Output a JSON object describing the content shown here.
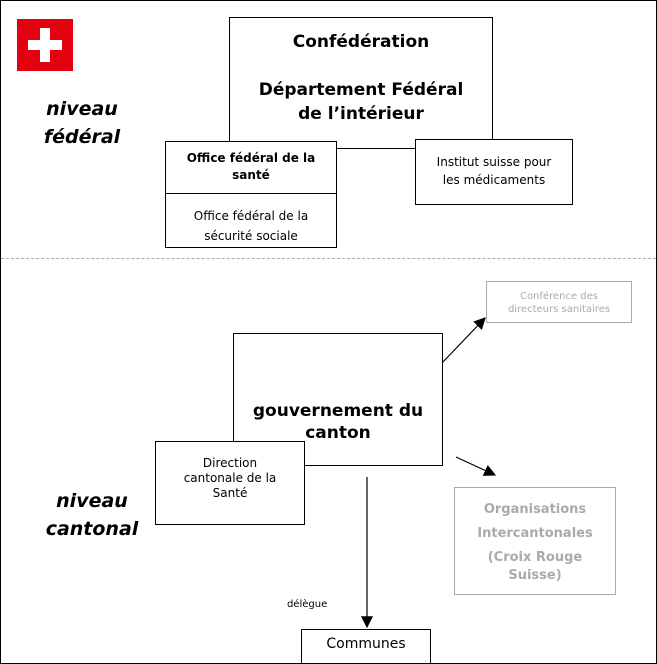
{
  "flag": {
    "icon": "swiss-flag-icon",
    "color": "#e3000f"
  },
  "federal": {
    "level_label_line1": "niveau",
    "level_label_line2": "fédéral",
    "confederation": "Confédération",
    "department_line1": "Département Fédéral",
    "department_line2": "de l’intérieur",
    "health_office": "Office fédéral de la santé",
    "social_office_line1": "Office fédéral de la",
    "social_office_line2": "sécurité sociale",
    "medicines_institute_line1": "Institut suisse pour",
    "medicines_institute_line2": "les médicaments"
  },
  "cantonal": {
    "level_label_line1": "niveau",
    "level_label_line2": "cantonal",
    "conference_line1": "Conférence des",
    "conference_line2": "directeurs sanitaires",
    "government_line1": "gouvernement du",
    "government_line2": "canton",
    "health_direction_line1": "Direction",
    "health_direction_line2": "cantonale de la",
    "health_direction_line3": "Santé",
    "orgs_line1": "Organisations",
    "orgs_line2": "Intercantonales",
    "orgs_line3": "(Croix Rouge",
    "orgs_line4": "Suisse)",
    "delegates_label": "délègue",
    "communes": "Communes"
  },
  "colors": {
    "faded": "#aaaaaa",
    "flag_red": "#e3000f"
  }
}
